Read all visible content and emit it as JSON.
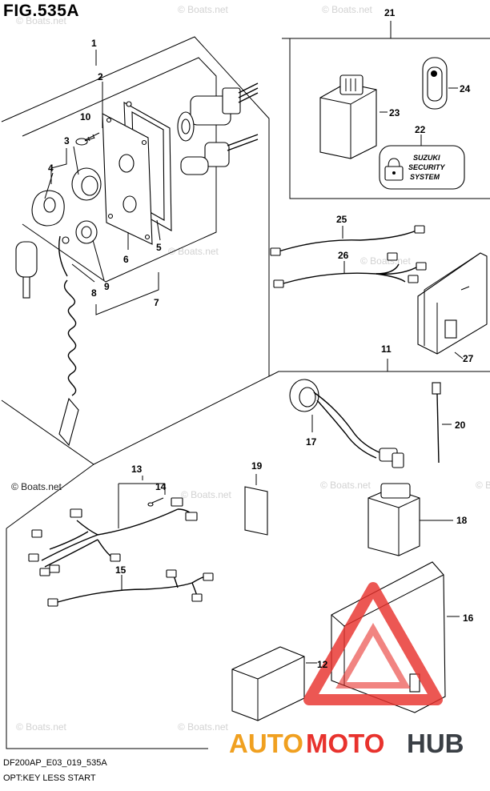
{
  "figure_title": "FIG.535A",
  "footer": {
    "code": "DF200AP_E03_019_535A",
    "description": "OPT:KEY LESS START"
  },
  "watermark": {
    "text": "© Boats.net",
    "brand_auto": "AUTO",
    "brand_moto": "MOTO",
    "brand_hub": "HUB",
    "color_orange": "#f0a020",
    "color_red": "#e8322d",
    "color_dark": "#3a3f45"
  },
  "badge": {
    "line1": "SUZUKI",
    "line2": "SECURITY",
    "line3": "SYSTEM"
  },
  "part_labels": {
    "p1": "1",
    "p2": "2",
    "p3": "3",
    "p4": "4",
    "p5": "5",
    "p6": "6",
    "p7": "7",
    "p8": "8",
    "p9": "9",
    "p10": "10",
    "p11": "11",
    "p12": "12",
    "p13": "13",
    "p14": "14",
    "p15": "15",
    "p16": "16",
    "p17": "17",
    "p18": "18",
    "p19": "19",
    "p20": "20",
    "p21": "21",
    "p22": "22",
    "p23": "23",
    "p24": "24",
    "p25": "25",
    "p26": "26",
    "p27": "27"
  }
}
